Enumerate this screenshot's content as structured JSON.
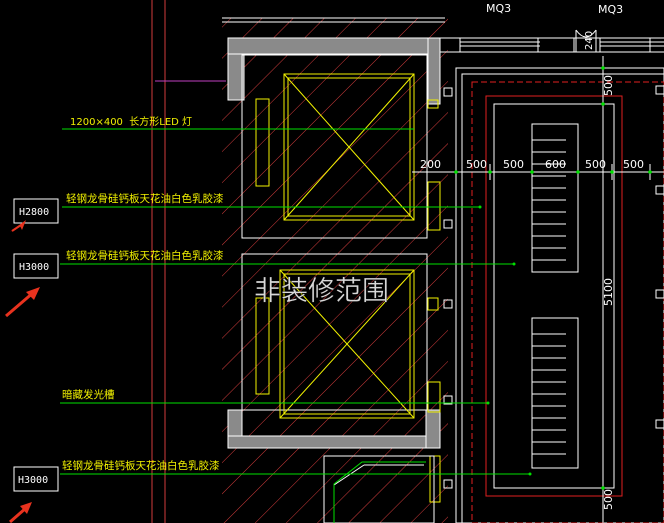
{
  "door_tags": [
    "MQ3",
    "MQ3"
  ],
  "callouts": [
    {
      "key": "led",
      "text": "1200×400  长方形LED 灯"
    },
    {
      "key": "ceil1",
      "text": "轻钢龙骨硅钙板天花油白色乳胶漆"
    },
    {
      "key": "ceil2",
      "text": "轻钢龙骨硅钙板天花油白色乳胶漆"
    },
    {
      "key": "trough",
      "text": "暗藏发光槽"
    },
    {
      "key": "ceil3",
      "text": "轻钢龙骨硅钙板天花油白色乳胶漆"
    }
  ],
  "height_tags": [
    "H2800",
    "H3000",
    "H3000"
  ],
  "region_note": "非装修范围",
  "dims_horizontal": [
    "200",
    "500",
    "500",
    "600",
    "500",
    "500"
  ],
  "dims_vertical": [
    "240",
    "500",
    "5100",
    "500"
  ],
  "colors": {
    "background": "#000000",
    "wall": "#ffffff",
    "hatch": "#d23c3c",
    "leader": "#00e000",
    "text": "#f2f200",
    "dimension": "#ffffff",
    "arrow": "#e8321e",
    "magenta": "#c040c0"
  }
}
